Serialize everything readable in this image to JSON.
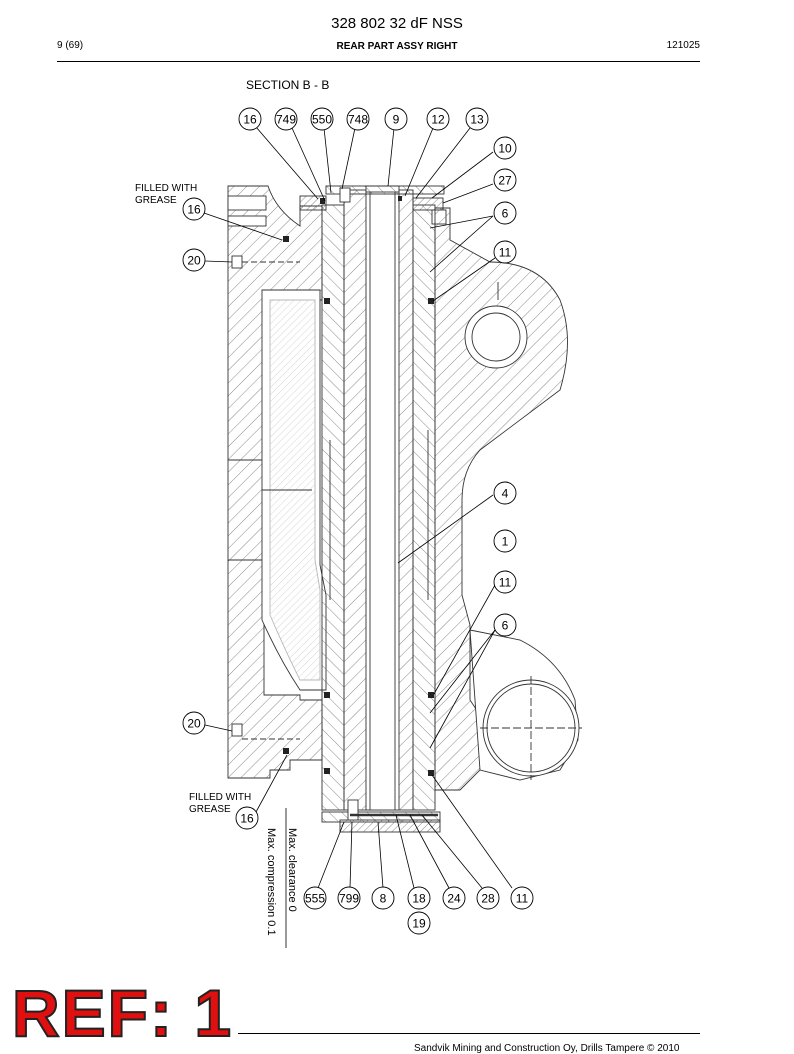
{
  "header": {
    "doc_title": "328 802 32 dF NSS",
    "page": "9 (69)",
    "section_title": "REAR PART ASSY RIGHT",
    "code": "121025"
  },
  "drawing": {
    "section_label": "SECTION B - B",
    "notes": {
      "grease_top_line1": "FILLED WITH",
      "grease_top_line2": "GREASE",
      "grease_bottom_line1": "FILLED WITH",
      "grease_bottom_line2": "GREASE",
      "clearance": "Max. clearance 0",
      "compression": "Max. compression 0.1"
    },
    "balloons": {
      "b16a": "16",
      "b749": "749",
      "b550": "550",
      "b748": "748",
      "b9": "9",
      "b12": "12",
      "b13": "13",
      "b10": "10",
      "b27": "27",
      "b6a": "6",
      "b11a": "11",
      "b16b": "16",
      "b20a": "20",
      "b4": "4",
      "b1": "1",
      "b11b": "11",
      "b6b": "6",
      "b20b": "20",
      "b16c": "16",
      "b555": "555",
      "b799": "799",
      "b8": "8",
      "b18": "18",
      "b19": "19",
      "b24": "24",
      "b28": "28",
      "b11c": "11"
    }
  },
  "stamp": {
    "ref": "REF: 1"
  },
  "footer": {
    "copyright": "Sandvik Mining and Construction Oy, Drills Tampere © 2010"
  }
}
